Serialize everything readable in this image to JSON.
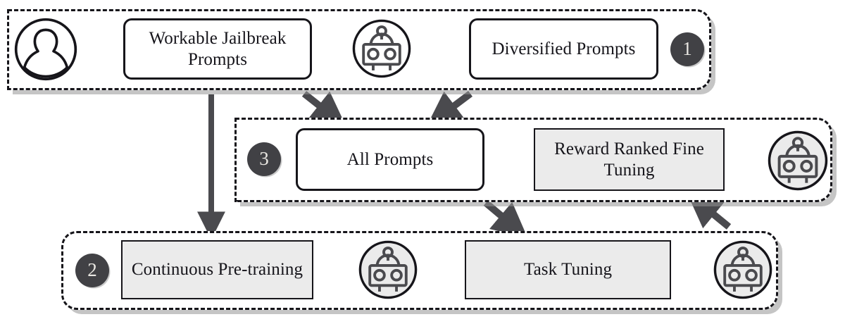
{
  "diagram": {
    "title": "Three-stage LLM jailbreak training pipeline",
    "colors": {
      "stroke": "#16151a",
      "arrow": "#4a4a4e",
      "badge_fill": "#414145",
      "badge_text": "#e9e7e2",
      "shaded_fill": "#ebebeb",
      "panel_fill": "#ffffff",
      "shadow": "#969696"
    },
    "stages": [
      {
        "badge": "1",
        "name": "stage-one-prompt-generation",
        "nodes": [
          {
            "name": "user-icon",
            "type": "icon",
            "icon": "person-icon",
            "label": ""
          },
          {
            "name": "workable-jailbreak-prompts",
            "type": "rounded-box",
            "label": "Workable Jailbreak Prompts"
          },
          {
            "name": "robot-icon-stage1-a",
            "type": "icon",
            "icon": "robot-icon",
            "label": ""
          },
          {
            "name": "diversified-prompts",
            "type": "rounded-box",
            "label": "Diversified Prompts"
          }
        ]
      },
      {
        "badge": "3",
        "name": "stage-three-reward-ranked-fine-tuning",
        "nodes": [
          {
            "name": "all-prompts",
            "type": "rounded-box",
            "label": "All Prompts"
          },
          {
            "name": "reward-ranked-fine-tuning",
            "type": "shaded-box",
            "label": "Reward Ranked Fine Tuning"
          },
          {
            "name": "robot-icon-stage3",
            "type": "icon",
            "icon": "robot-icon",
            "label": ""
          }
        ]
      },
      {
        "badge": "2",
        "name": "stage-two-task-tuning",
        "nodes": [
          {
            "name": "continuous-pre-training",
            "type": "shaded-box",
            "label": "Continuous Pre-training"
          },
          {
            "name": "robot-icon-stage2-a",
            "type": "icon",
            "icon": "robot-icon",
            "label": ""
          },
          {
            "name": "task-tuning",
            "type": "shaded-box",
            "label": "Task Tuning"
          },
          {
            "name": "robot-icon-stage2-b",
            "type": "icon",
            "icon": "robot-icon",
            "label": ""
          }
        ]
      }
    ],
    "labels": {
      "workable_jailbreak_prompts": "Workable Jailbreak Prompts",
      "diversified_prompts": "Diversified Prompts",
      "all_prompts": "All Prompts",
      "reward_ranked_fine_tuning": "Reward Ranked Fine Tuning",
      "continuous_pre_training": "Continuous Pre-training",
      "task_tuning": "Task Tuning",
      "badge_one": "1",
      "badge_two": "2",
      "badge_three": "3"
    },
    "connectors": [
      {
        "name": "arrow-user-to-workable",
        "kind": "right"
      },
      {
        "name": "arrow-workable-to-robot1",
        "kind": "right"
      },
      {
        "name": "arrow-robot1-to-diversified",
        "kind": "right"
      },
      {
        "name": "arrow-workable-down-to-all-prompts",
        "kind": "diagonal-down-right"
      },
      {
        "name": "arrow-diversified-down-to-all-prompts",
        "kind": "diagonal-down-left"
      },
      {
        "name": "arrow-all-prompts-to-reward-ranked",
        "kind": "right"
      },
      {
        "name": "arrow-reward-ranked-to-robot3",
        "kind": "right"
      },
      {
        "name": "arrow-stage1-down-to-stage2",
        "kind": "down"
      },
      {
        "name": "arrow-stage3-down-to-task-tuning",
        "kind": "diagonal-down-right"
      },
      {
        "name": "arrow-stage2-robot-up-to-stage3",
        "kind": "diagonal-up-left"
      },
      {
        "name": "arrow-pretraining-to-robot2a",
        "kind": "right"
      },
      {
        "name": "arrow-robot2a-to-task-tuning",
        "kind": "right"
      },
      {
        "name": "arrow-task-tuning-to-robot2b",
        "kind": "right"
      }
    ]
  }
}
